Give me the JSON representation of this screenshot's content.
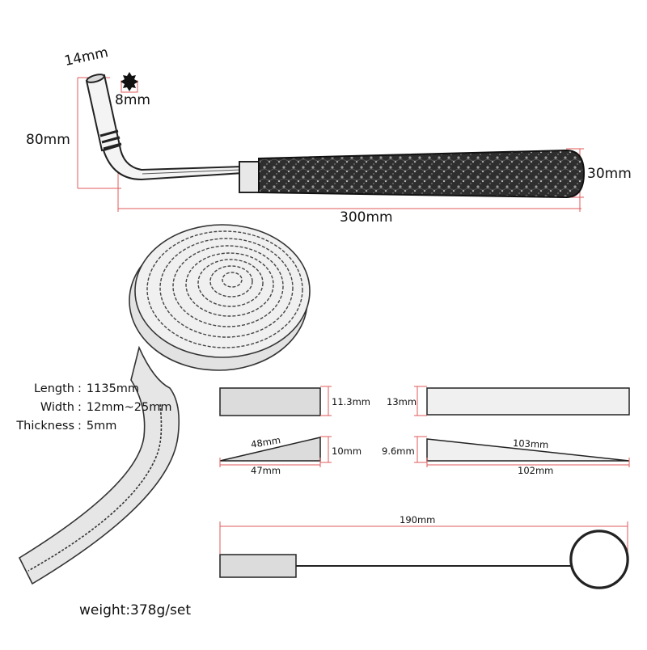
{
  "tuning_hammer": {
    "tip_width": "14mm",
    "star_socket": "8mm",
    "height": "80mm",
    "handle_diameter": "30mm",
    "total_length": "300mm"
  },
  "felt_strip": {
    "specs": [
      {
        "key": "Length",
        "value": "1135mm"
      },
      {
        "key": "Width",
        "value": "12mm~25mm"
      },
      {
        "key": "Thickness",
        "value": "5mm"
      }
    ]
  },
  "mutes": {
    "small_block_height": "11.3mm",
    "long_block_height": "13mm",
    "small_wedge_slant": "48mm",
    "small_wedge_height": "10mm",
    "small_wedge_base": "47mm",
    "long_wedge_height": "9.6mm",
    "long_wedge_slant": "103mm",
    "long_wedge_base": "102mm"
  },
  "ring_tool": {
    "length": "190mm"
  },
  "weight": "weight:378g/set",
  "colors": {
    "dimension_line": "#e05a5a",
    "outline": "#222222",
    "felt": "#e6e6e6",
    "block": "#dcdcdc"
  }
}
